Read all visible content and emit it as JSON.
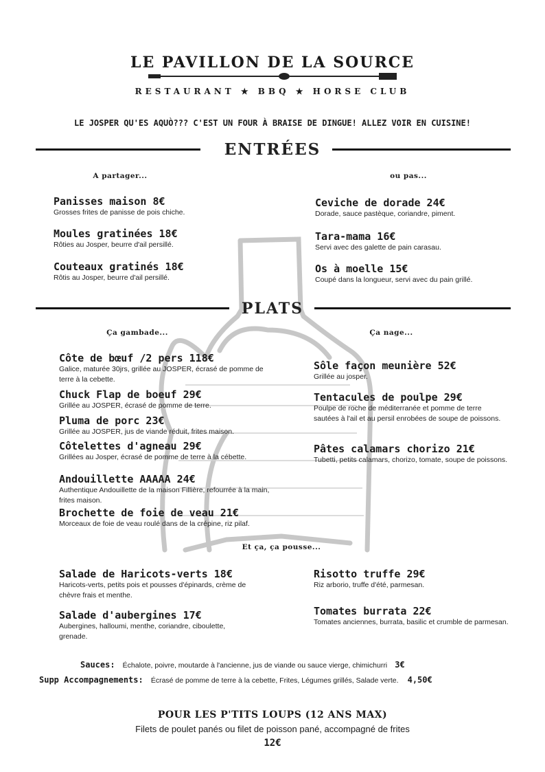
{
  "header": {
    "title": "LE PAVILLON DE LA SOURCE",
    "subtitle": "RESTAURANT ★ BBQ ★ HORSE CLUB",
    "tagline": "LE JOSPER QU'ES AQUÒ??? C'EST UN FOUR À BRAISE DE DINGUE! ALLEZ VOIR EN CUISINE!"
  },
  "entrees": {
    "title": "ENTRÉES",
    "left_category": "A partager...",
    "right_category": "ou pas...",
    "left": [
      {
        "name": "Panisses maison 8€",
        "desc": "Grosses frites de panisse de pois chiche."
      },
      {
        "name": "Moules gratinées 18€",
        "desc": "Rôties au Josper, beurre d'ail persillé."
      },
      {
        "name": "Couteaux gratinés 18€",
        "desc": "Rôtis au Josper, beurre d'ail persillé."
      }
    ],
    "right": [
      {
        "name": "Ceviche de dorade 24€",
        "desc": "Dorade, sauce pastèque, coriandre, piment."
      },
      {
        "name": "Tara-mama 16€",
        "desc": "Servi avec des galette de pain carasau."
      },
      {
        "name": "Os à moelle 15€",
        "desc": "Coupé dans la longueur, servi avec du pain grillé."
      }
    ]
  },
  "plats": {
    "title": "PLATS",
    "left_category": "Ça gambade...",
    "right_category": "Ça nage...",
    "center_category": "Et ça, ça pousse...",
    "left": [
      {
        "name": "Côte de bœuf /2 pers 118€",
        "desc": "Galice, maturée 30jrs, grillée au JOSPER, écrasé de pomme de terre à la cebette."
      },
      {
        "name": "Chuck Flap de boeuf 29€",
        "desc": "Grillée au JOSPER, écrasé de pomme de terre."
      },
      {
        "name": "Pluma de porc 23€",
        "desc": "Grillée au JOSPER, jus de viande réduit, frites maison."
      },
      {
        "name": "Côtelettes d'agneau 29€",
        "desc": "Grillées au Josper, écrasé de pomme de terre à la cébette."
      },
      {
        "name": "Andouillette AAAAA 24€",
        "desc": "Authentique Andouillette de la maison Fillière, refourrée à la main, frites maison."
      },
      {
        "name": "Brochette de foie de veau 21€",
        "desc": "Morceaux de foie de veau roulé dans de la crépine, riz pilaf."
      }
    ],
    "right": [
      {
        "name": "Sôle façon meunière 52€",
        "desc": "Grillée au josper."
      },
      {
        "name": "Tentacules de poulpe 29€",
        "desc": "Poulpe de roche de méditerranée et pomme de terre sautées à l'ail et au persil enrobées de soupe de poissons."
      },
      {
        "name": "Pâtes calamars chorizo 21€",
        "desc": "Tubetti, petits calamars, chorizo, tomate, soupe de poissons."
      }
    ],
    "veg_left": [
      {
        "name": "Salade de Haricots-verts 18€",
        "desc": "Haricots-verts, petits pois et pousses d'épinards, crème de chèvre frais et menthe."
      },
      {
        "name": "Salade d'aubergines 17€",
        "desc": "Aubergines, halloumi, menthe, coriandre, ciboulette, grenade."
      }
    ],
    "veg_right": [
      {
        "name": "Risotto truffe 29€",
        "desc": "Riz arborio, truffe d'été, parmesan."
      },
      {
        "name": "Tomates burrata 22€",
        "desc": "Tomates anciennes, burrata, basilic et crumble de parmesan."
      }
    ]
  },
  "extras": {
    "sauces_label": "Sauces:",
    "sauces_text": "Échalote, poivre, moutarde à l'ancienne, jus de viande ou sauce vierge, chimichurri",
    "sauces_price": "3€",
    "sides_label": "Supp Accompagnements:",
    "sides_text": "Écrasé de pomme de terre à la cebette, Frites, Légumes grillés, Salade verte.",
    "sides_price": "4,50€"
  },
  "kids": {
    "title": "POUR LES P'TITS LOUPS (12 ANS MAX)",
    "desc": "Filets de poulet panés ou filet de poisson pané, accompagné de frites",
    "price": "12€"
  }
}
